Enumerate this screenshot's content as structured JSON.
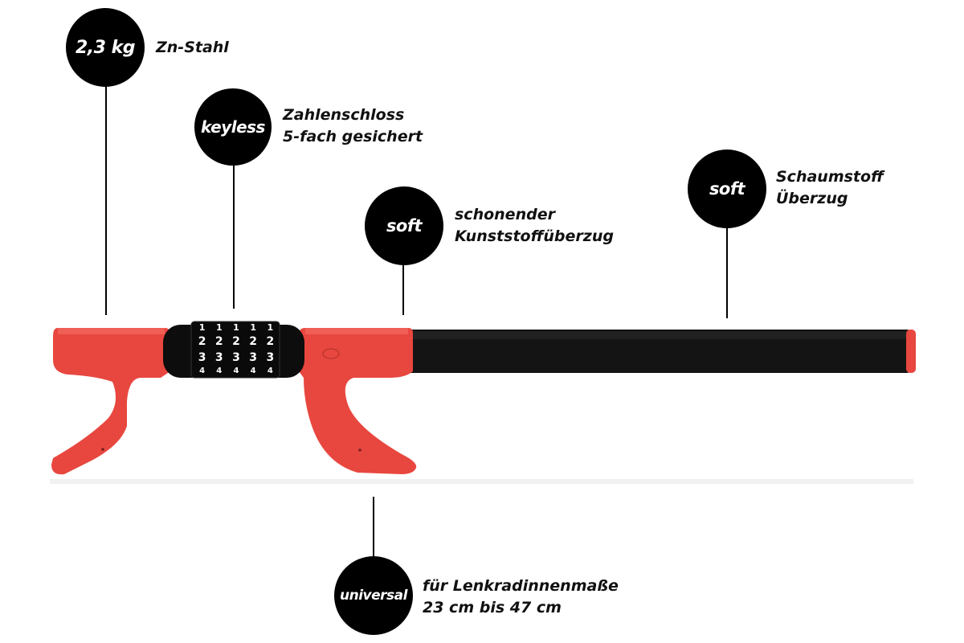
{
  "features": {
    "weight": {
      "badge": "2,3 kg",
      "lines": [
        "Zn-Stahl"
      ]
    },
    "lock": {
      "badge": "keyless",
      "lines": [
        "Zahlenschloss",
        "5-fach gesichert"
      ]
    },
    "hook": {
      "badge": "soft",
      "lines": [
        "schonender",
        "Kunststoffüberzug"
      ]
    },
    "handle": {
      "badge": "soft",
      "lines": [
        "Schaumstoff",
        "Überzug"
      ]
    },
    "fit": {
      "badge": "universal",
      "lines": [
        "für Lenkradinnenmaße",
        "23 cm bis 47 cm"
      ]
    }
  },
  "combination_wheels": {
    "digits_row1": [
      "1",
      "1",
      "1",
      "1",
      "1"
    ],
    "digits_row2": [
      "2",
      "2",
      "2",
      "2",
      "2"
    ],
    "digits_row3": [
      "3",
      "3",
      "3",
      "3",
      "3"
    ],
    "digits_row4": [
      "4",
      "4",
      "4",
      "4",
      "4"
    ]
  },
  "colors": {
    "body_red": "#e8473f",
    "foam_black": "#141414",
    "badge_black": "#000000"
  }
}
